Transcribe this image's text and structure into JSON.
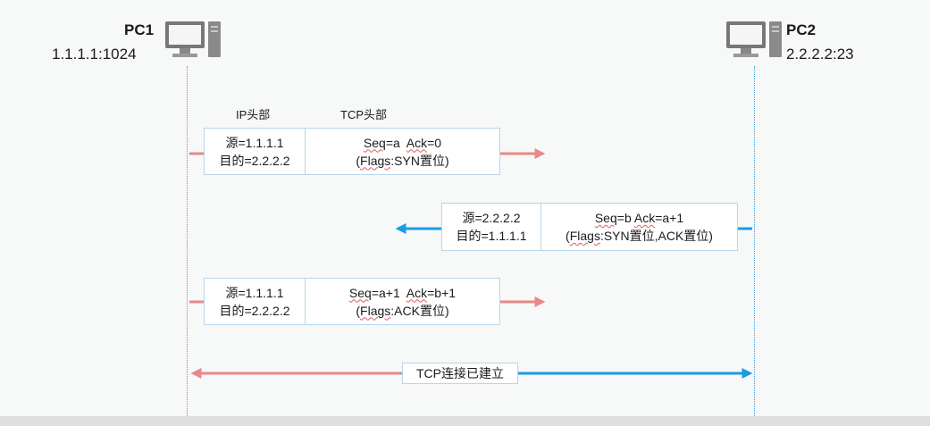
{
  "pc1": {
    "name": "PC1",
    "address": "1.1.1.1:1024"
  },
  "pc2": {
    "name": "PC2",
    "address": "2.2.2.2:23"
  },
  "columns": {
    "ip_header": "IP头部",
    "tcp_header": "TCP头部"
  },
  "packets": [
    {
      "src": "源=1.1.1.1",
      "dst": "目的=2.2.2.2",
      "seq_ack": [
        "Seq",
        "=a  ",
        "Ack",
        "=0"
      ],
      "flags": [
        "(",
        "Flags",
        ":SYN置位)"
      ]
    },
    {
      "src": "源=2.2.2.2",
      "dst": "目的=1.1.1.1",
      "seq_ack": [
        "Seq",
        "=b ",
        "Ack",
        "=a+1"
      ],
      "flags": [
        "(",
        "Flags",
        ":SYN置位,ACK置位)"
      ]
    },
    {
      "src": "源=1.1.1.1",
      "dst": "目的=2.2.2.2",
      "seq_ack": [
        "Seq",
        "=a+1  ",
        "Ack",
        "=b+1"
      ],
      "flags": [
        "(",
        "Flags",
        ":ACK置位)"
      ]
    }
  ],
  "established": "TCP连接已建立",
  "colors": {
    "pc1_arrow": "#e88888",
    "pc2_arrow": "#1a9be6",
    "packet_border": "#b8d6ec",
    "wavy_underline": "#e05a5a"
  },
  "icons": [
    "computer-icon"
  ]
}
